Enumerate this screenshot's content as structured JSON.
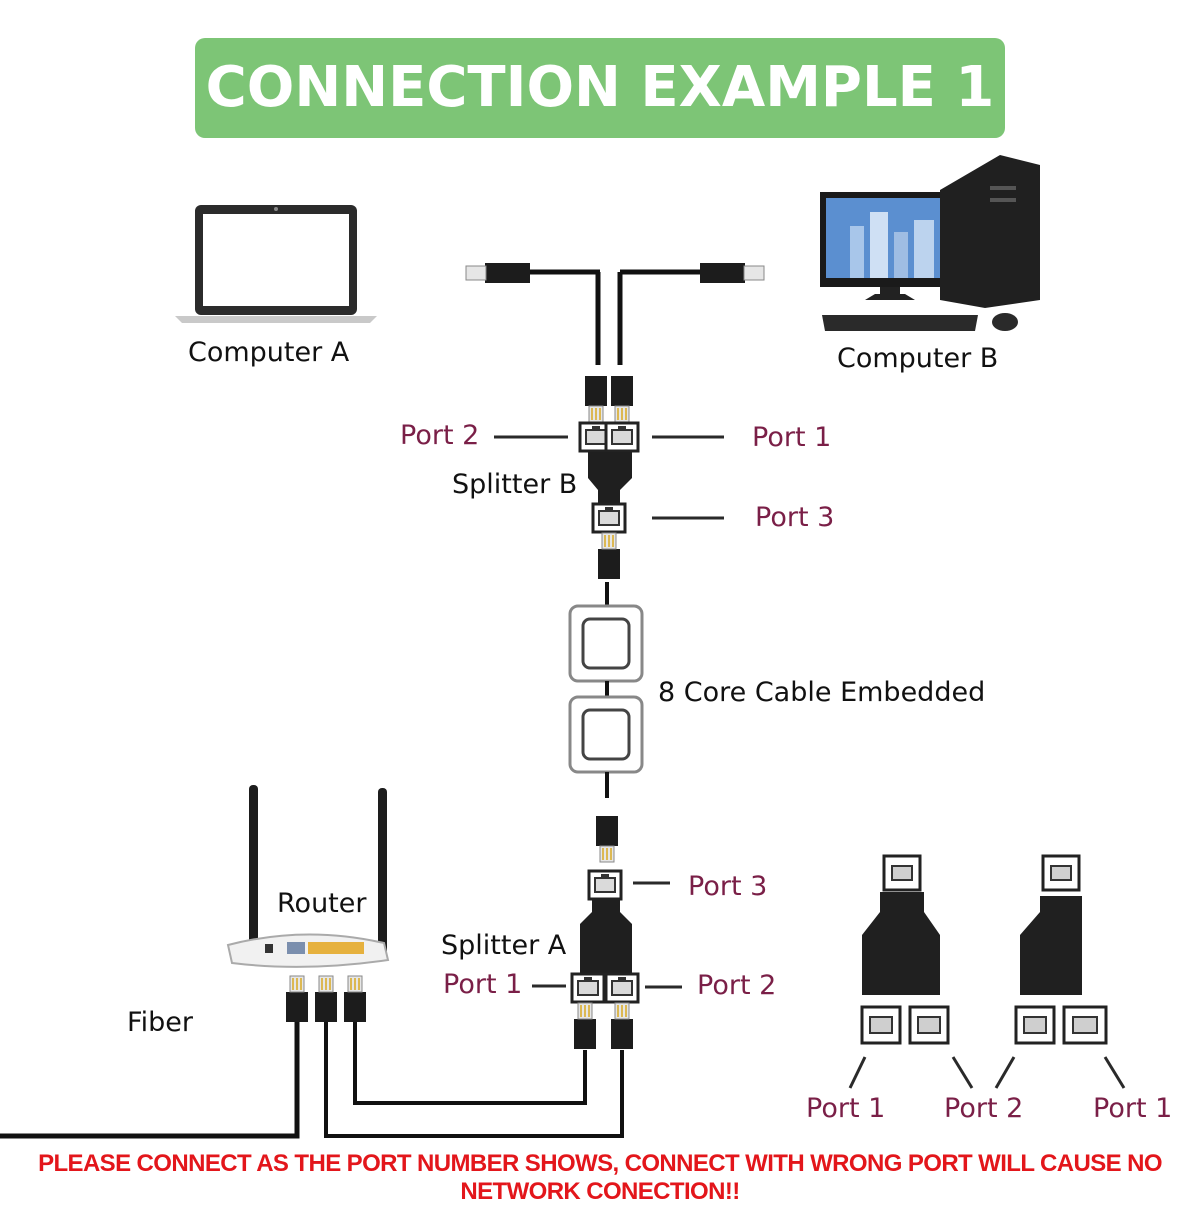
{
  "title": "CONNECTION EXAMPLE  1",
  "devices": {
    "computer_a": "Computer A",
    "computer_b": "Computer B",
    "router": "Router",
    "fiber": "Fiber",
    "splitter_a": "Splitter A",
    "splitter_b": "Splitter B",
    "cable_note": "8 Core Cable Embedded"
  },
  "splitter_b_ports": {
    "left": "Port 2",
    "right": "Port 1",
    "bottom": "Port 3"
  },
  "splitter_a_ports": {
    "top": "Port 3",
    "left": "Port 1",
    "right": "Port 2"
  },
  "legend_ports": {
    "first": "Port 1",
    "middle": "Port 2",
    "last": "Port 1"
  },
  "warning": "PLEASE CONNECT AS THE PORT NUMBER SHOWS, CONNECT WITH WRONG PORT WILL CAUSE NO NETWORK CONECTION!!",
  "colors": {
    "banner": "#7dc576",
    "port_label": "#7a1f47",
    "warning": "#e3161b"
  }
}
